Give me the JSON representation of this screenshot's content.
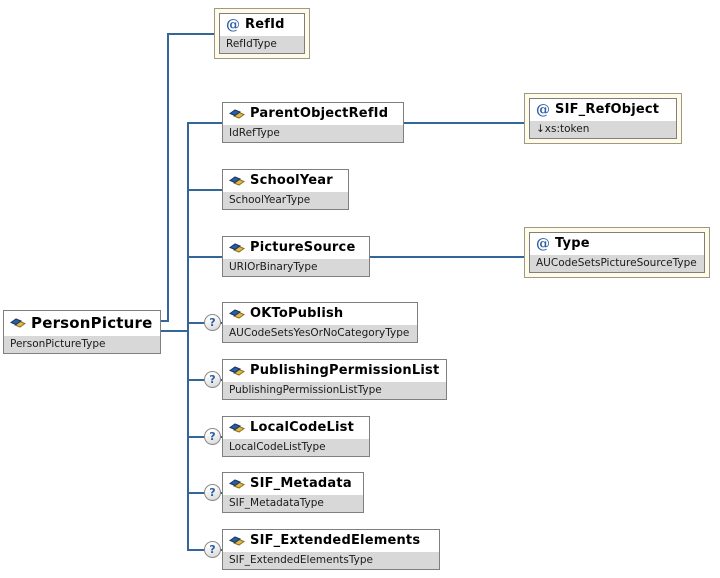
{
  "diagram": {
    "icons": {
      "attribute_glyph": "@",
      "optional_glyph": "?"
    },
    "colors": {
      "connector": "#336699",
      "attribute_box_bg": "#fffbe8",
      "type_row_bg": "#d8d8d8",
      "node_border": "#7f7f7f",
      "attribute_glyph_color": "#2e5fa3",
      "element_icon_blue": "#2a5caa",
      "element_icon_yellow": "#e8b93e"
    },
    "root": {
      "name": "PersonPicture",
      "type": "PersonPictureType"
    },
    "attributes": [
      {
        "name": "RefId",
        "type": "RefIdType"
      }
    ],
    "elements": [
      {
        "name": "ParentObjectRefId",
        "type": "IdRefType",
        "optional": false,
        "attr": {
          "name": "SIF_RefObject",
          "type": "↓xs:token"
        }
      },
      {
        "name": "SchoolYear",
        "type": "SchoolYearType",
        "optional": false
      },
      {
        "name": "PictureSource",
        "type": "URIOrBinaryType",
        "optional": false,
        "attr": {
          "name": "Type",
          "type": "AUCodeSetsPictureSourceType"
        }
      },
      {
        "name": "OKToPublish",
        "type": "AUCodeSetsYesOrNoCategoryType",
        "optional": true
      },
      {
        "name": "PublishingPermissionList",
        "type": "PublishingPermissionListType",
        "optional": true
      },
      {
        "name": "LocalCodeList",
        "type": "LocalCodeListType",
        "optional": true
      },
      {
        "name": "SIF_Metadata",
        "type": "SIF_MetadataType",
        "optional": true
      },
      {
        "name": "SIF_ExtendedElements",
        "type": "SIF_ExtendedElementsType",
        "optional": true
      }
    ]
  }
}
